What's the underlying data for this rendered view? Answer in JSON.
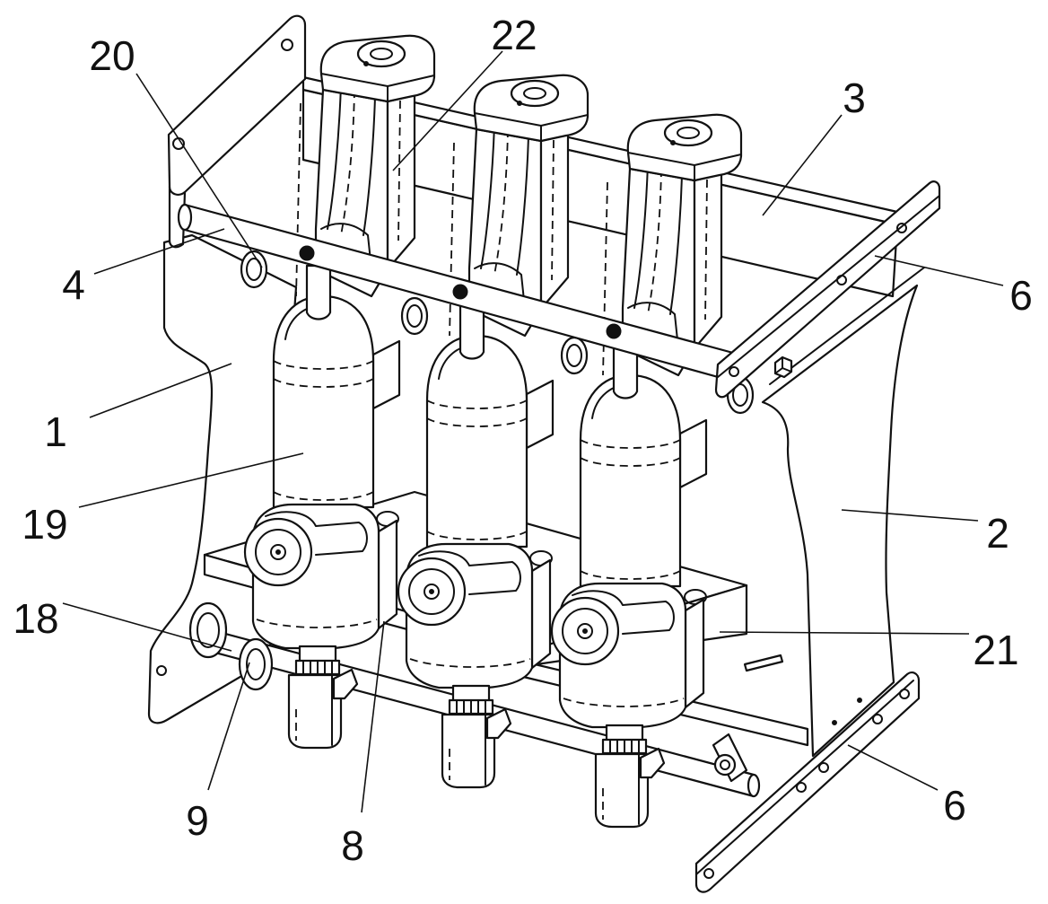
{
  "labels": {
    "l20": "20",
    "l22": "22",
    "l3": "3",
    "l4": "4",
    "l6_top": "6",
    "l1": "1",
    "l19": "19",
    "l2": "2",
    "l18": "18",
    "l21": "21",
    "l9": "9",
    "l8": "8",
    "l6_bottom": "6"
  },
  "colors": {
    "line": "#111111",
    "background": "#ffffff"
  }
}
